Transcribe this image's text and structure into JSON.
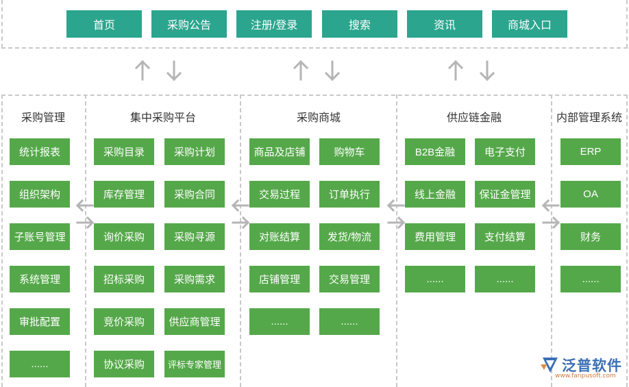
{
  "nav": [
    "首页",
    "采购公告",
    "注册/登录",
    "搜索",
    "资讯",
    "商城入口"
  ],
  "columns": [
    {
      "title": "采购管理",
      "items": [
        "统计报表",
        "组织架构",
        "子账号管理",
        "系统管理",
        "审批配置",
        "......"
      ]
    },
    {
      "title": "集中采购平台",
      "items": [
        "采购目录",
        "采购计划",
        "库存管理",
        "采购合同",
        "询价采购",
        "采购寻源",
        "招标采购",
        "采购需求",
        "竞价采购",
        "供应商管理",
        "协议采购",
        "评标专家管理"
      ]
    },
    {
      "title": "采购商城",
      "items": [
        "商品及店铺",
        "购物车",
        "交易过程",
        "订单执行",
        "对账结算",
        "发货/物流",
        "店铺管理",
        "交易管理",
        "......",
        "......"
      ]
    },
    {
      "title": "供应链金融",
      "items": [
        "B2B金融",
        "电子支付",
        "线上金融",
        "保证金管理",
        "费用管理",
        "支付结算",
        "......",
        "......"
      ]
    },
    {
      "title": "内部管理系统",
      "items": [
        "ERP",
        "OA",
        "财务",
        "......"
      ]
    }
  ],
  "logo": {
    "name": "泛普软件",
    "url": "www.fanpusoft.com"
  },
  "colors": {
    "nav": "#2ba58e",
    "box": "#55a84a",
    "dash": "#c8c8c8",
    "arrow": "#b5b5b5"
  }
}
